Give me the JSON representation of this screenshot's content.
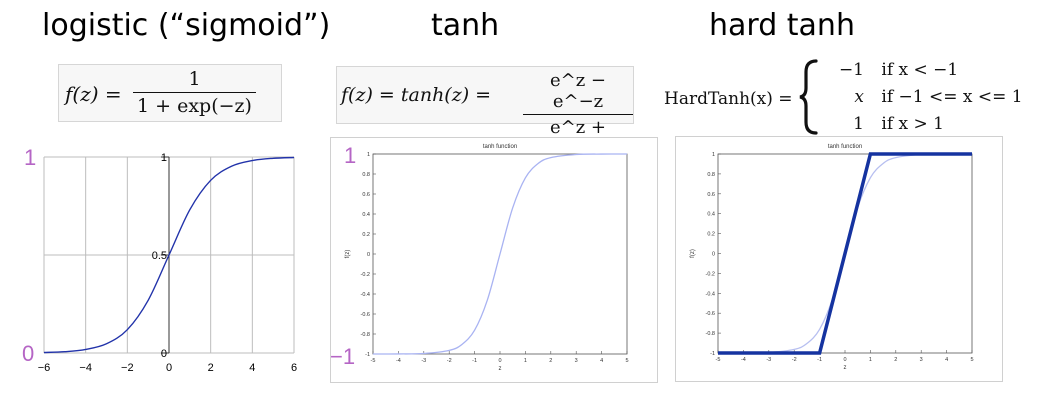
{
  "panels": {
    "logistic": {
      "heading": "logistic (“sigmoid”)",
      "formula": {
        "lhs": "f(z) =",
        "numerator": "1",
        "denominator": "1 + exp(−z)"
      },
      "marker_top": "1",
      "marker_bottom": "0"
    },
    "tanh": {
      "heading": "tanh",
      "formula": {
        "lhs": "f(z) = tanh(z) =",
        "numerator": "e^z − e^−z",
        "denominator": "e^z + e^−z"
      },
      "marker_top": "1",
      "marker_bottom": "−1"
    },
    "hardtanh": {
      "heading": "hard tanh",
      "formula": {
        "lhs": "HardTanh(x) =",
        "cases": [
          {
            "value": "−1",
            "condition": "if x < −1"
          },
          {
            "value": "x",
            "condition": "if −1 <= x <= 1"
          },
          {
            "value": "1",
            "condition": "if x > 1"
          }
        ]
      }
    }
  },
  "chart_data": [
    {
      "type": "line",
      "function": "logistic",
      "xlim": [
        -6,
        6
      ],
      "ylim": [
        0,
        1
      ],
      "xticks": [
        -6,
        -4,
        -2,
        0,
        2,
        4,
        6
      ],
      "xtick_labels": [
        "−6",
        "−4",
        "−2",
        "0",
        "2",
        "4",
        "6"
      ],
      "yticks": [
        0,
        0.5,
        1
      ],
      "ytick_labels": [
        "0",
        "0.5",
        "1"
      ],
      "grid": true,
      "colors": {
        "line": "#2233aa",
        "grid": "#bdbdbd"
      },
      "series": [
        {
          "x": [
            -6,
            -5,
            -4,
            -3,
            -2,
            -1,
            0,
            1,
            2,
            3,
            4,
            5,
            6
          ],
          "y": [
            0.0025,
            0.0067,
            0.018,
            0.047,
            0.119,
            0.269,
            0.5,
            0.731,
            0.881,
            0.953,
            0.982,
            0.9933,
            0.9975
          ]
        }
      ]
    },
    {
      "type": "line",
      "function": "tanh",
      "title": "tanh function",
      "xlabel": "z",
      "ylabel": "f(z)",
      "xlim": [
        -5,
        5
      ],
      "ylim": [
        -1,
        1
      ],
      "xticks": [
        "-5",
        "-4",
        "-3",
        "-2",
        "-1",
        "0",
        "1",
        "2",
        "3",
        "4",
        "5"
      ],
      "yticks": [
        "-1",
        "-0.8",
        "-0.6",
        "-0.4",
        "-0.2",
        "0",
        "0.2",
        "0.4",
        "0.6",
        "0.8",
        "1"
      ],
      "grid": false,
      "colors": {
        "line": "#a9b3f2",
        "frame": "#555555"
      },
      "series": [
        {
          "x": [
            -5,
            -4,
            -3,
            -2,
            -1.5,
            -1,
            -0.5,
            0,
            0.5,
            1,
            1.5,
            2,
            3,
            4,
            5
          ],
          "y": [
            -0.9999,
            -0.9993,
            -0.995,
            -0.964,
            -0.905,
            -0.762,
            -0.462,
            0,
            0.462,
            0.762,
            0.905,
            0.964,
            0.995,
            0.9993,
            0.9999
          ]
        }
      ]
    },
    {
      "type": "line",
      "function": "hard tanh",
      "title": "tanh function",
      "xlabel": "z",
      "ylabel": "f(z)",
      "xlim": [
        -5,
        5
      ],
      "ylim": [
        -1,
        1
      ],
      "xticks": [
        "-5",
        "-4",
        "-3",
        "-2",
        "-1",
        "0",
        "1",
        "2",
        "3",
        "4",
        "5"
      ],
      "yticks": [
        "-1",
        "-0.8",
        "-0.6",
        "-0.4",
        "-0.2",
        "0",
        "0.2",
        "0.4",
        "0.6",
        "0.8",
        "1"
      ],
      "grid": false,
      "colors": {
        "hard": "#1533a0",
        "soft": "#b7bff0",
        "frame": "#555555"
      },
      "series": [
        {
          "x": [
            -5,
            -1,
            1,
            5
          ],
          "y": [
            -1,
            -1,
            1,
            1
          ]
        },
        {
          "x": [
            -5,
            -4,
            -3,
            -2,
            -1.5,
            -1,
            -0.5,
            0,
            0.5,
            1,
            1.5,
            2,
            3,
            4,
            5
          ],
          "y": [
            -0.9999,
            -0.9993,
            -0.995,
            -0.964,
            -0.905,
            -0.762,
            -0.462,
            0,
            0.462,
            0.762,
            0.905,
            0.964,
            0.995,
            0.9993,
            0.9999
          ]
        }
      ]
    }
  ]
}
